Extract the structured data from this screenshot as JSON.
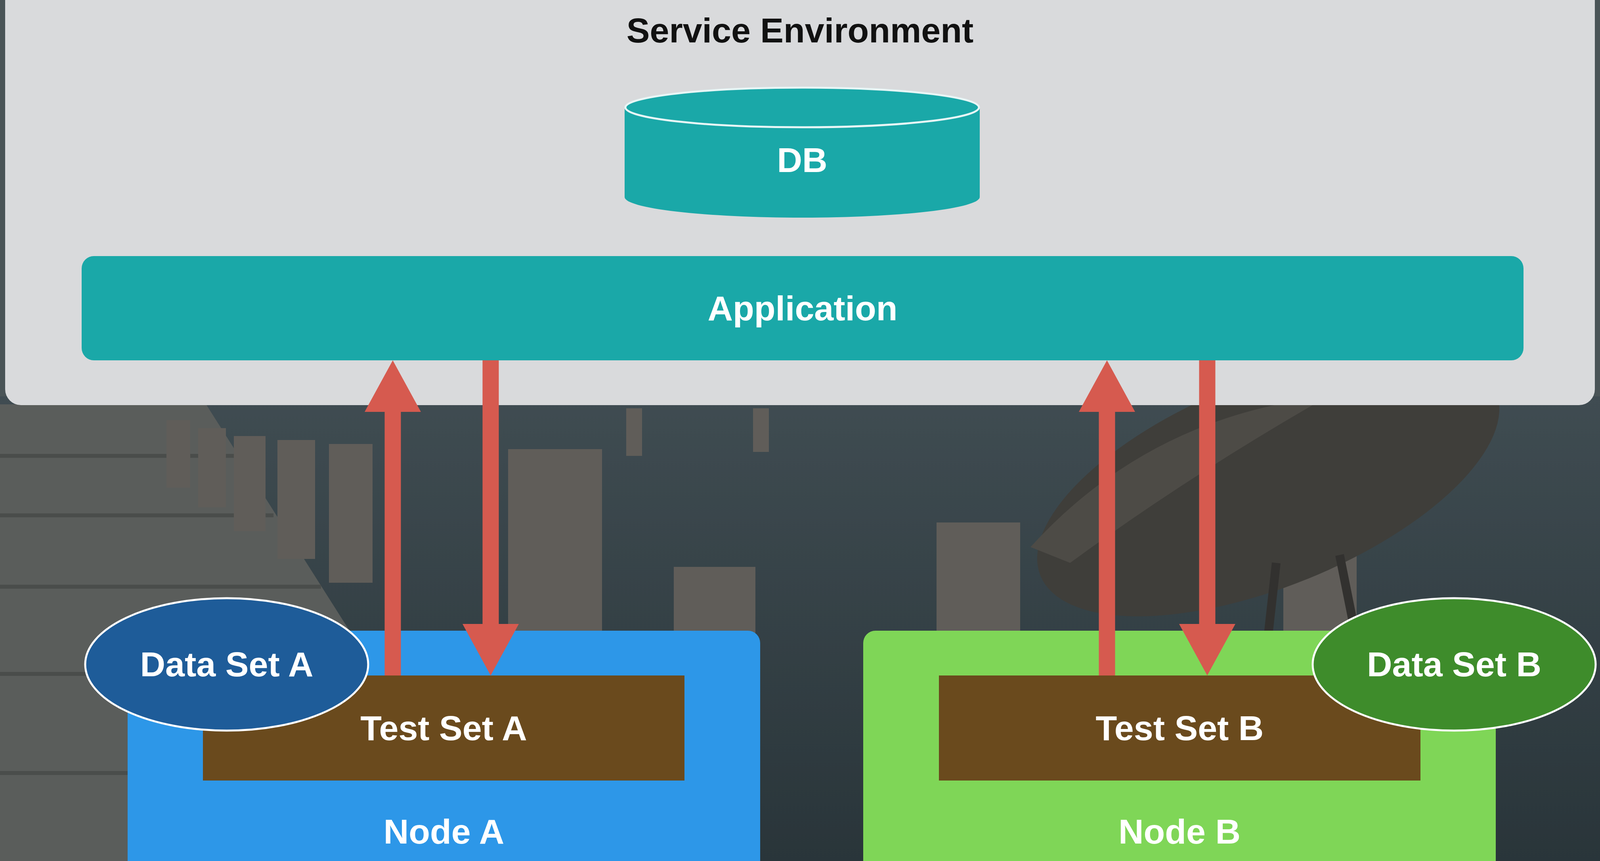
{
  "diagram": {
    "nodes": [
      {
        "text": [
          "Service Environment"
        ]
      },
      {
        "text": [
          "DB"
        ],
        "in": 0
      },
      {
        "text": [
          "Application"
        ],
        "in": 0
      },
      {
        "text": [
          "Node A"
        ]
      },
      {
        "text": [
          "Data Set A"
        ],
        "in": 3
      },
      {
        "text": [
          "Test Set A"
        ],
        "in": 3
      },
      {
        "text": [
          "Node B"
        ]
      },
      {
        "text": [
          "Test Set B"
        ],
        "in": 6
      },
      {
        "text": [
          "Data Set B"
        ],
        "in": 6
      }
    ],
    "edges": [
      {
        "from": 5,
        "to": 2,
        "arrow": "to"
      },
      {
        "from": 2,
        "to": 5,
        "arrow": "to"
      },
      {
        "from": 7,
        "to": 2,
        "arrow": "to"
      },
      {
        "from": 2,
        "to": 7,
        "arrow": "to"
      }
    ]
  }
}
